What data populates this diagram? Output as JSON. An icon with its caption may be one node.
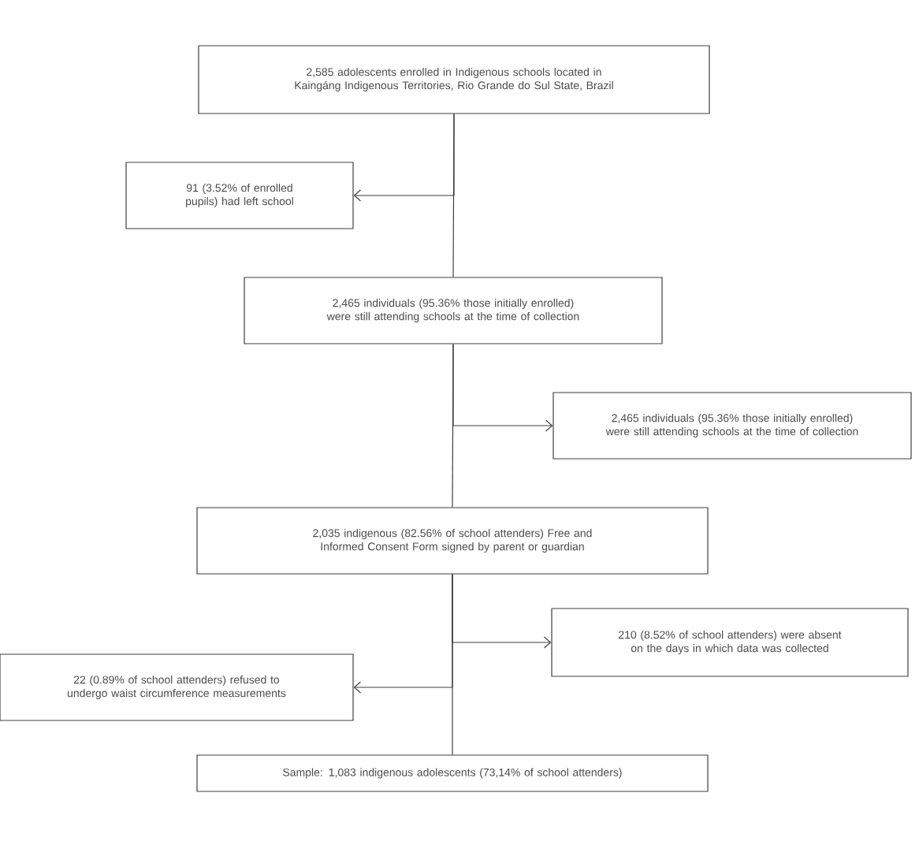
{
  "diagram": {
    "nodes": [
      {
        "text": [
          "2,585 adolescents enrolled in Indigenous schools located in Kaingáng Indigenous Territories, Rio Grande do Sul State, Brazil"
        ]
      },
      {
        "text": [
          "91 (3.52% of enrolled pupils) had left school"
        ]
      },
      {
        "text": [
          "2,465 individuals (95.36% those initially enrolled) were still attending schools at the time of collection"
        ]
      },
      {
        "text": [
          "2,465 individuals (95.36% those initially enrolled) were still attending schools at the time of collection"
        ]
      },
      {
        "text": [
          "2,035 indigenous (82.56% of school attenders) Free and Informed Consent Form signed by parent or guardian"
        ]
      },
      {
        "text": [
          "210 (8.52% of school attenders) were absent on the days in which data was collected"
        ]
      },
      {
        "text": [
          "22 (0.89% of school attenders) refused to undergo waist circumference measurements"
        ]
      },
      {
        "text": [
          "Sample: 1,083 indigenous adolescents (73,14% of school attenders)"
        ]
      }
    ],
    "edges": [
      {
        "from": 0,
        "to": 1,
        "arrow": "to"
      },
      {
        "from": 0,
        "to": 2,
        "arrow": "none"
      },
      {
        "from": 2,
        "to": 3,
        "arrow": "to"
      },
      {
        "from": 2,
        "to": 4,
        "arrow": "none"
      },
      {
        "from": 4,
        "to": 5,
        "arrow": "to"
      },
      {
        "from": 4,
        "to": 6,
        "arrow": "to"
      },
      {
        "from": 4,
        "to": 7,
        "arrow": "none"
      }
    ]
  }
}
